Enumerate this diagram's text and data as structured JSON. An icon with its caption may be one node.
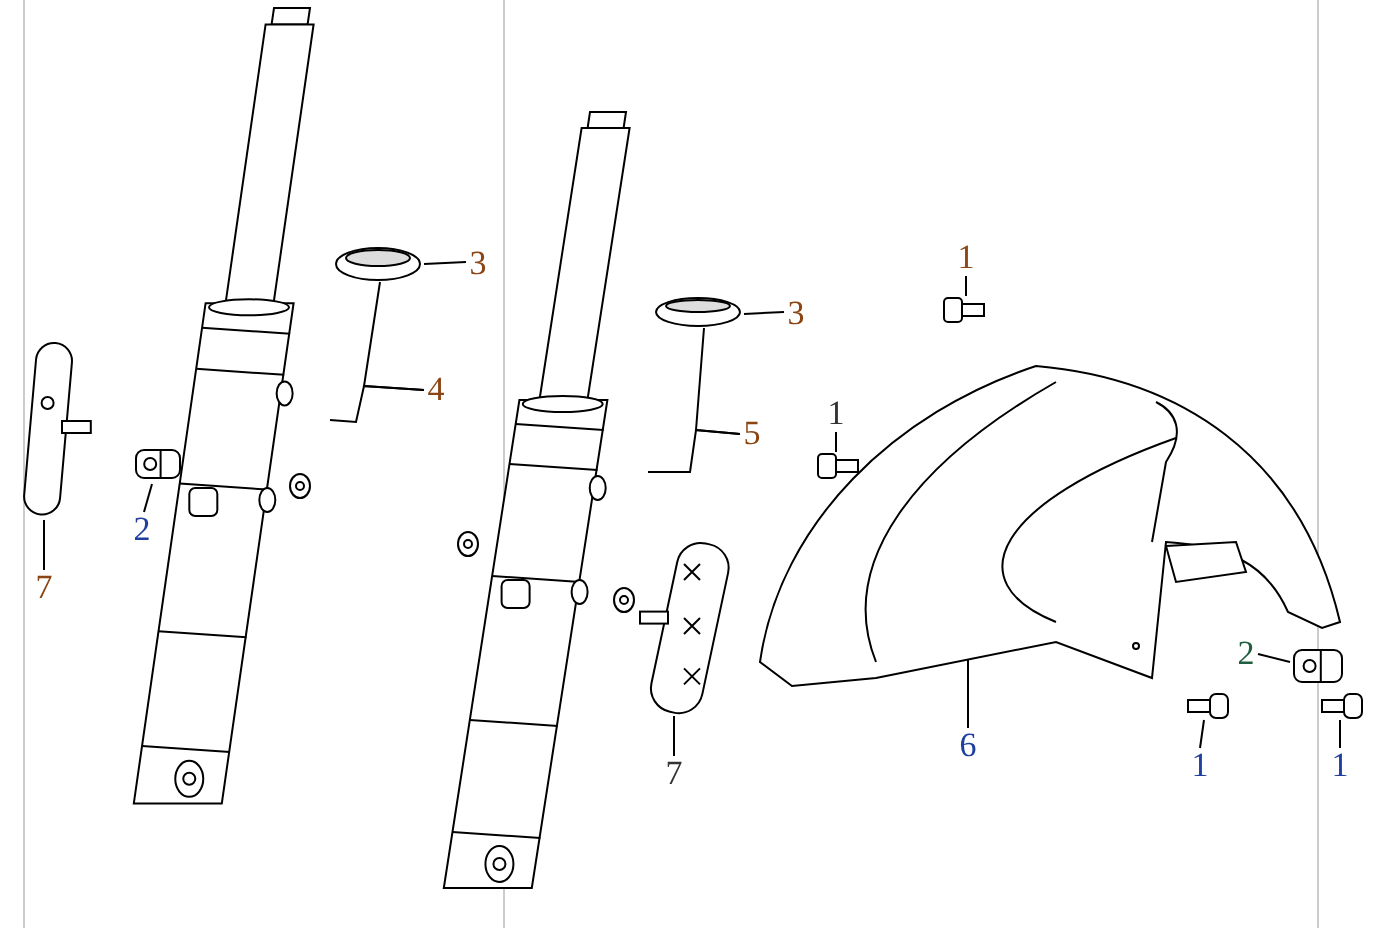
{
  "diagram": {
    "nodes": [
      {
        "text": [
          "3"
        ]
      },
      {
        "text": [],
        "shape": "picture"
      },
      {
        "text": [
          "4"
        ]
      },
      {
        "text": [],
        "shape": "picture"
      },
      {
        "text": [
          "2"
        ]
      },
      {
        "text": [],
        "shape": "picture"
      },
      {
        "text": [
          "7"
        ]
      },
      {
        "text": [],
        "shape": "picture"
      },
      {
        "text": [
          "3"
        ]
      },
      {
        "text": [],
        "shape": "picture"
      },
      {
        "text": [
          "5"
        ]
      },
      {
        "text": [],
        "shape": "picture"
      },
      {
        "text": [
          "7"
        ]
      },
      {
        "text": [],
        "shape": "picture"
      },
      {
        "text": [
          "1"
        ]
      },
      {
        "text": [],
        "shape": "picture"
      },
      {
        "text": [
          "1"
        ]
      },
      {
        "text": [],
        "shape": "picture"
      },
      {
        "text": [
          "6"
        ]
      },
      {
        "text": [],
        "shape": "picture"
      },
      {
        "text": [
          "2"
        ]
      },
      {
        "text": [],
        "shape": "picture"
      },
      {
        "text": [
          "1"
        ]
      },
      {
        "text": [],
        "shape": "picture"
      },
      {
        "text": [
          "1"
        ]
      },
      {
        "text": [],
        "shape": "picture"
      }
    ],
    "edges": [
      {
        "from": 0,
        "to": 1,
        "arrow": "none"
      },
      {
        "from": 2,
        "to": 1,
        "arrow": "none"
      },
      {
        "from": 2,
        "to": 3,
        "arrow": "none"
      },
      {
        "from": 4,
        "to": 5,
        "arrow": "none"
      },
      {
        "from": 6,
        "to": 7,
        "arrow": "none"
      },
      {
        "from": 8,
        "to": 9,
        "arrow": "none"
      },
      {
        "from": 10,
        "to": 9,
        "arrow": "none"
      },
      {
        "from": 10,
        "to": 11,
        "arrow": "none"
      },
      {
        "from": 12,
        "to": 13,
        "arrow": "none"
      },
      {
        "from": 14,
        "to": 15,
        "arrow": "none"
      },
      {
        "from": 16,
        "to": 17,
        "arrow": "none"
      },
      {
        "from": 18,
        "to": 19,
        "arrow": "none"
      },
      {
        "from": 20,
        "to": 21,
        "arrow": "none"
      },
      {
        "from": 22,
        "to": 23,
        "arrow": "none"
      },
      {
        "from": 24,
        "to": 25,
        "arrow": "none"
      }
    ]
  }
}
